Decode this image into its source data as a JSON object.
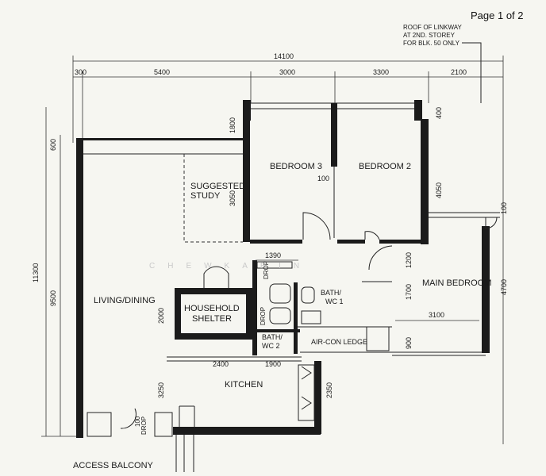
{
  "header": {
    "page_indicator": "Page 1 of 2"
  },
  "notes": {
    "roof_line1": "ROOF OF LINKWAY",
    "roof_line2": "AT 2ND. STOREY",
    "roof_line3": "FOR BLK. 50 ONLY"
  },
  "rooms": {
    "bedroom3": "BEDROOM 3",
    "bedroom2": "BEDROOM 2",
    "study_line1": "SUGGESTED",
    "study_line2": "STUDY",
    "living": "LIVING/DINING",
    "main_bedroom": "MAIN BEDROOM",
    "shelter_line1": "HOUSEHOLD",
    "shelter_line2": "SHELTER",
    "bath1_line1": "BATH/",
    "bath1_line2": "WC 1",
    "bath2_line1": "BATH/",
    "bath2_line2": "WC 2",
    "aircon": "AIR-CON LEDGE",
    "kitchen": "KITCHEN",
    "balcony": "ACCESS BALCONY",
    "drop1": "DROP",
    "drop2": "DROP",
    "drop3": "DROP"
  },
  "dimensions": {
    "overall": "14100",
    "top_300": "300",
    "top_5400": "5400",
    "top_3000": "3000",
    "top_3300": "3300",
    "top_2100": "2100",
    "left_11300": "11300",
    "left_9500": "9500",
    "left_600": "600",
    "study_1800": "1800",
    "study_3050": "3050",
    "b3_100": "100",
    "r_400": "400",
    "r_4050": "4050",
    "far_100": "100",
    "far_4700": "4700",
    "mb_1200": "1200",
    "mb_1700": "1700",
    "mb_3100": "3100",
    "mb_900": "900",
    "bath_1390": "1390",
    "shelter_2000": "2000",
    "k_2400": "2400",
    "k_1900": "1900",
    "k_3250": "3250",
    "k_2350": "2350",
    "bal_100": "100"
  },
  "watermark": "CHEWKARIN"
}
